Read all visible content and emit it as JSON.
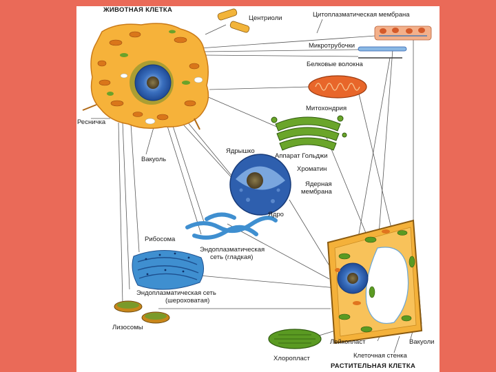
{
  "titles": {
    "animal_cell": "ЖИВОТНАЯ КЛЕТКА",
    "plant_cell": "РАСТИТЕЛЬНАЯ КЛЕТКА"
  },
  "labels": {
    "centrioles": "Центриоли",
    "cytoplasmic_membrane": "Цитоплазматическая мембрана",
    "microtubules": "Микротрубочки",
    "protein_fibers": "Белковые волокна",
    "mitochondria": "Митохондрия",
    "cilium": "Ресничка",
    "golgi": "Аппарат Гольджи",
    "nucleolus": "Ядрышко",
    "chromatin": "Хроматин",
    "nuclear_membrane_1": "Ядерная",
    "nuclear_membrane_2": "мембрана",
    "vacuole": "Вакуоль",
    "nucleus": "Ядро",
    "ribosome": "Рибосома",
    "smooth_er_1": "Эндоплазматическая",
    "smooth_er_2": "сеть (гладкая)",
    "rough_er_1": "Эндоплазматическая сеть",
    "rough_er_2": "(шероховатая)",
    "lysosomes": "Лизосомы",
    "leucoplast": "Лейкопласт",
    "vacuoles": "Вакуоли",
    "chloroplast": "Хлоропласт",
    "cell_wall": "Клеточная стенка"
  },
  "colors": {
    "background": "#ea6a58",
    "panel": "#ffffff",
    "cytoplasm": "#f6b23a",
    "cytoplasm_dark": "#d9861a",
    "nucleus": "#2e5fae",
    "nucleus_light": "#6c98d6",
    "mitochondria": "#e8662a",
    "green": "#5a9a22",
    "er_blue": "#3f8fd0",
    "line": "#555555"
  }
}
